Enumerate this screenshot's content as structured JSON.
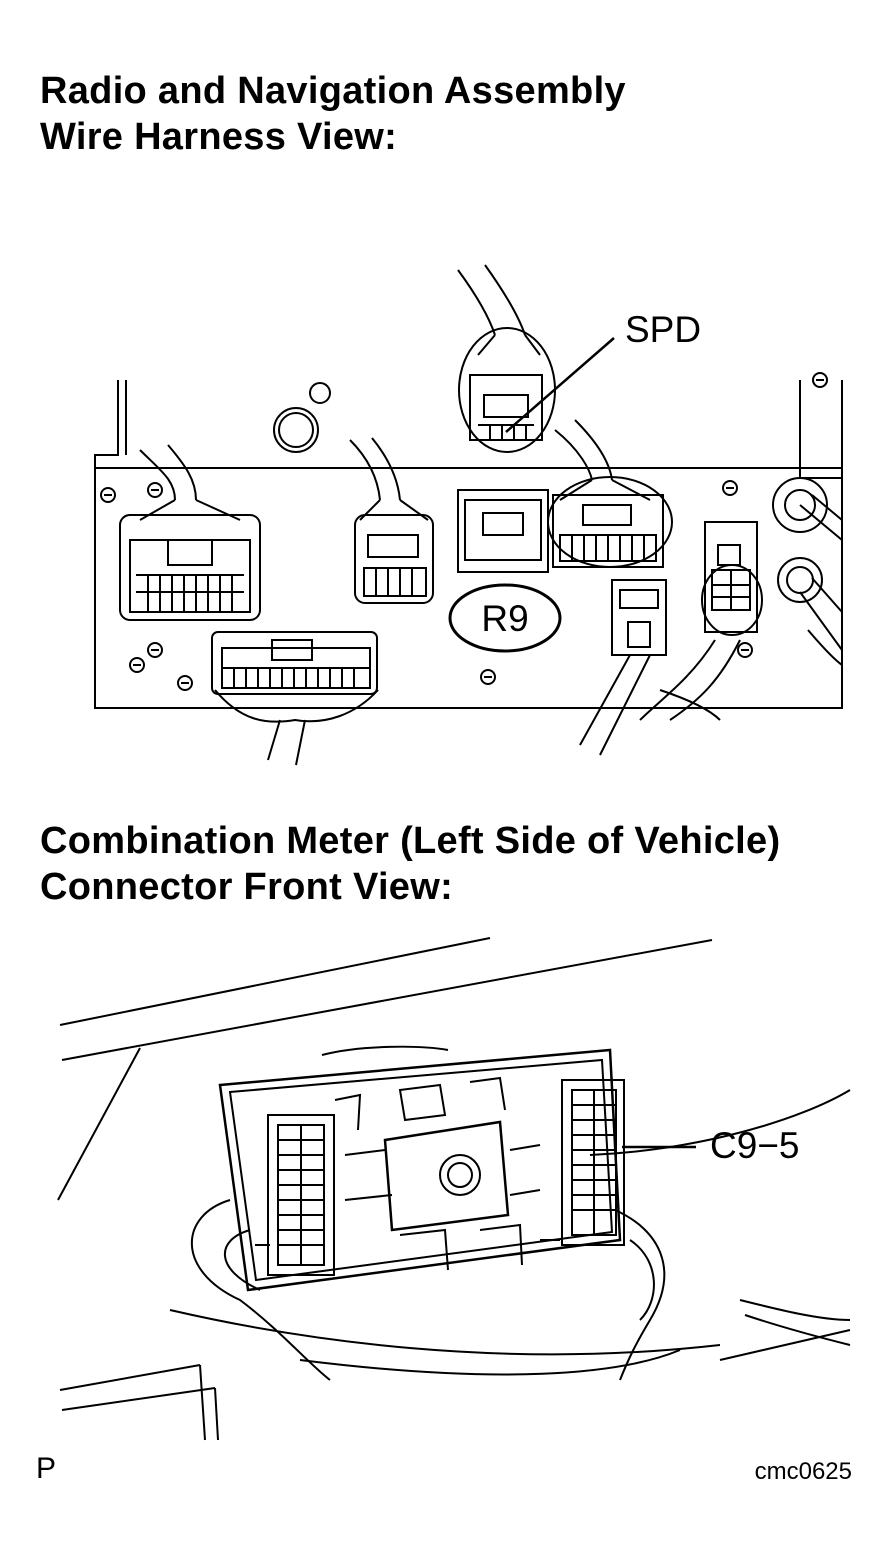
{
  "section1": {
    "title_line1": "Radio and Navigation Assembly",
    "title_line2": "Wire Harness View:",
    "callout_spd": "SPD",
    "connector_label": "R9"
  },
  "section2": {
    "title_line1": "Combination Meter (Left Side of Vehicle)",
    "title_line2": "Connector Front View:",
    "callout_pin": "C9−5"
  },
  "footer": {
    "page_letter": "P",
    "figure_code": "cmc0625"
  }
}
